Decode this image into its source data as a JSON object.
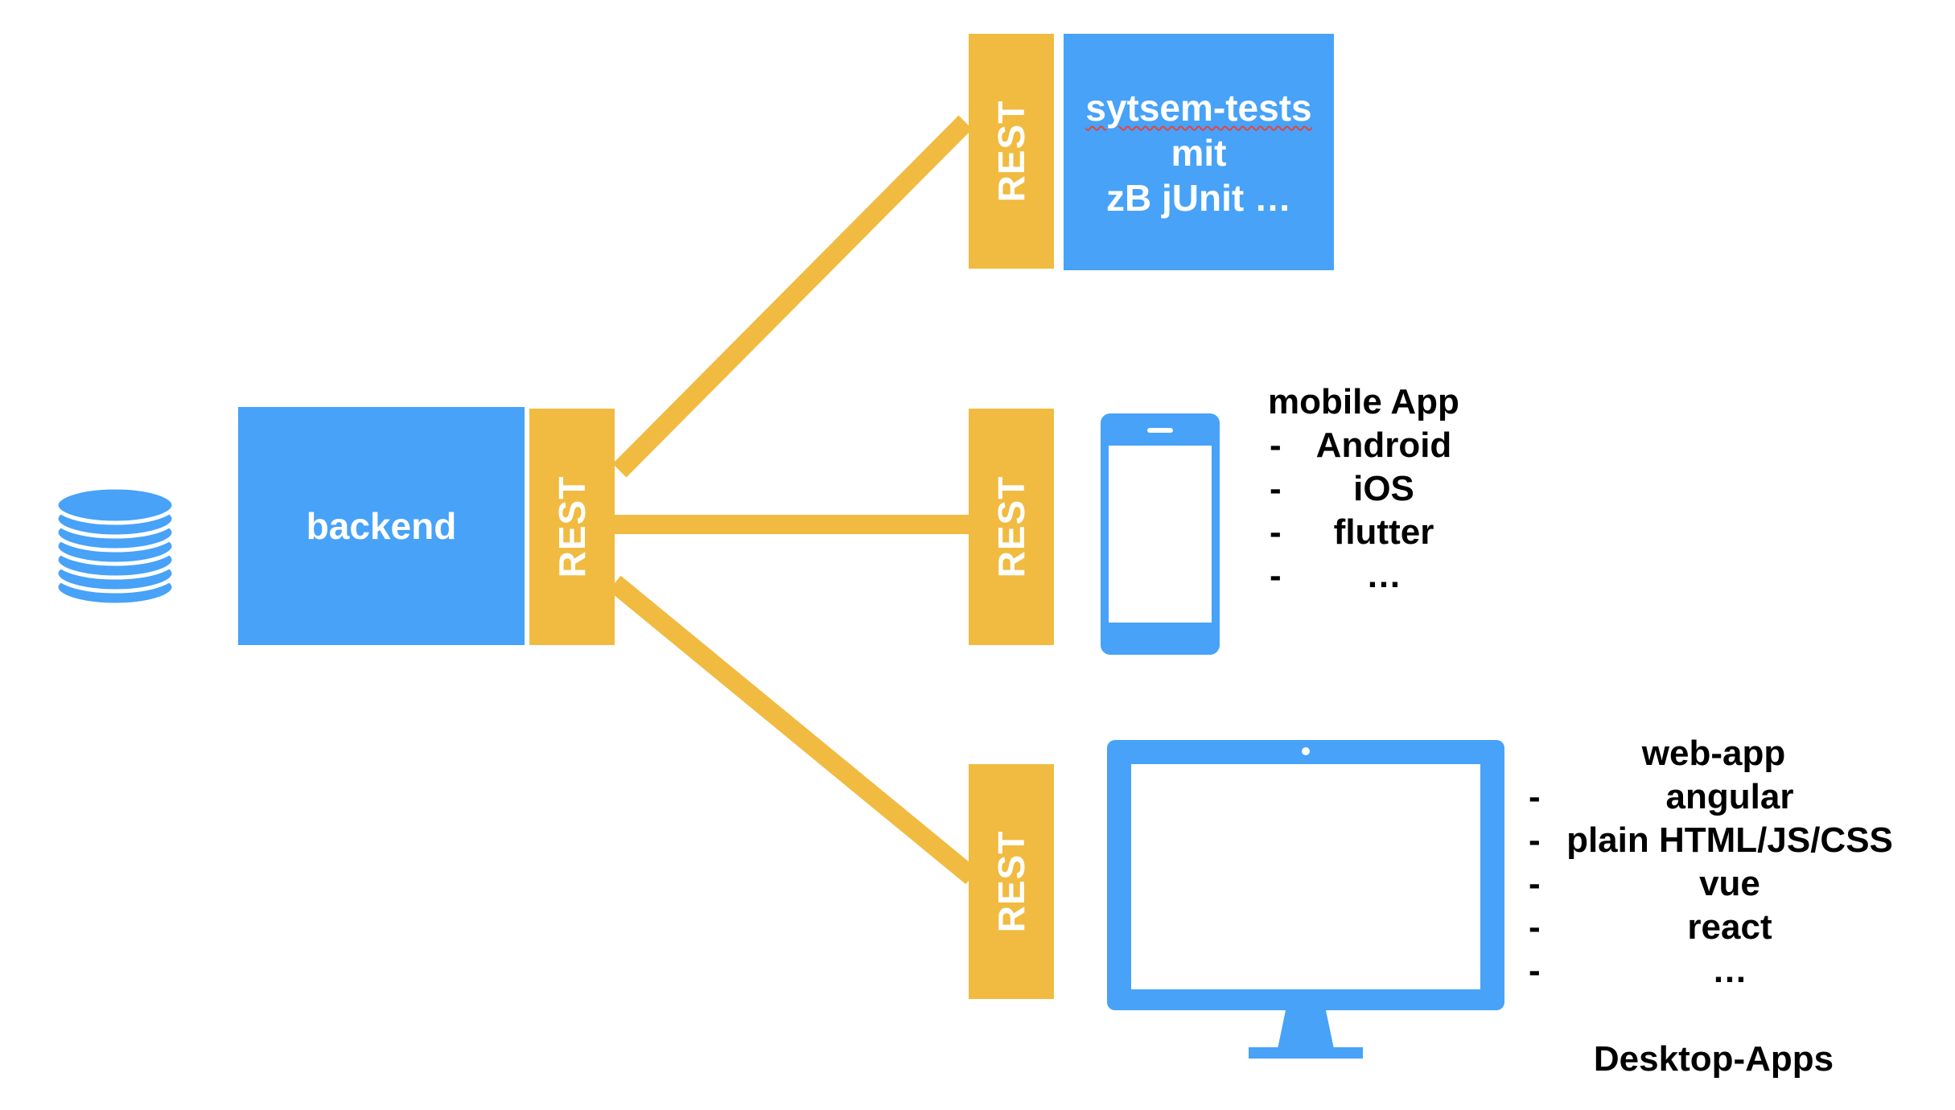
{
  "colors": {
    "box_blue": "#47a2f8",
    "rest_yellow": "#f0bb40",
    "text_dark": "#000000",
    "text_light": "#ffffff"
  },
  "database": {
    "icon": "database-icon"
  },
  "backend": {
    "label": "backend",
    "rest_label": "REST"
  },
  "tests": {
    "rest_label": "REST",
    "lines": [
      "sytsem-tests",
      "mit",
      "zB jUnit …"
    ]
  },
  "mobile": {
    "rest_label": "REST",
    "icon": "smartphone-icon",
    "title": "mobile App",
    "dash": "-",
    "items": [
      "Android",
      "iOS",
      "flutter",
      "…"
    ]
  },
  "web": {
    "rest_label": "REST",
    "icon": "desktop-monitor-icon",
    "title": "web-app",
    "dash": "-",
    "items": [
      "angular",
      "plain HTML/JS/CSS",
      "vue",
      "react",
      "…"
    ],
    "footer": "Desktop-Apps"
  }
}
